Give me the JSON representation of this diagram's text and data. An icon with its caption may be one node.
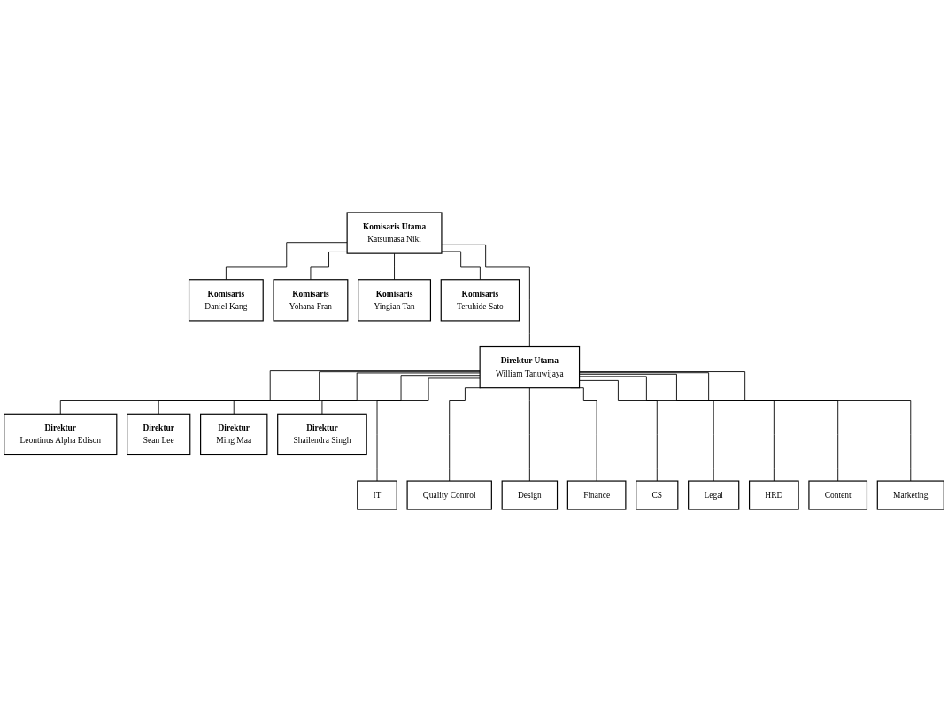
{
  "diagram": {
    "nodes": [
      {
        "text": [
          "Komisaris Utama",
          "Katsumasa Niki"
        ]
      },
      {
        "text": [
          "Komisaris",
          "Daniel Kang"
        ]
      },
      {
        "text": [
          "Komisaris",
          "Yohana Fran"
        ]
      },
      {
        "text": [
          "Komisaris",
          "Yingian Tan"
        ]
      },
      {
        "text": [
          "Komisaris",
          "Teruhide Sato"
        ]
      },
      {
        "text": [
          "Direktur Utama",
          "William Tanuwijaya"
        ]
      },
      {
        "text": [
          "Direktur",
          "Leontinus Alpha Edison"
        ]
      },
      {
        "text": [
          "Direktur",
          "Sean Lee"
        ]
      },
      {
        "text": [
          "Direktur",
          "Ming Maa"
        ]
      },
      {
        "text": [
          "Direktur",
          "Shailendra Singh"
        ]
      },
      {
        "text": [
          "IT"
        ]
      },
      {
        "text": [
          "Quality Control"
        ]
      },
      {
        "text": [
          "Design"
        ]
      },
      {
        "text": [
          "Finance"
        ]
      },
      {
        "text": [
          "CS"
        ]
      },
      {
        "text": [
          "Legal"
        ]
      },
      {
        "text": [
          "HRD"
        ]
      },
      {
        "text": [
          "Content"
        ]
      },
      {
        "text": [
          "Marketing"
        ]
      }
    ],
    "edges": [
      {
        "from": 0,
        "to": 1,
        "arrow": "none"
      },
      {
        "from": 0,
        "to": 2,
        "arrow": "none"
      },
      {
        "from": 0,
        "to": 3,
        "arrow": "none"
      },
      {
        "from": 0,
        "to": 4,
        "arrow": "none"
      },
      {
        "from": 0,
        "to": 5,
        "arrow": "none"
      },
      {
        "from": 5,
        "to": 6,
        "arrow": "none"
      },
      {
        "from": 5,
        "to": 7,
        "arrow": "none"
      },
      {
        "from": 5,
        "to": 8,
        "arrow": "none"
      },
      {
        "from": 5,
        "to": 9,
        "arrow": "none"
      },
      {
        "from": 5,
        "to": 10,
        "arrow": "none"
      },
      {
        "from": 5,
        "to": 11,
        "arrow": "none"
      },
      {
        "from": 5,
        "to": 12,
        "arrow": "none"
      },
      {
        "from": 5,
        "to": 13,
        "arrow": "none"
      },
      {
        "from": 5,
        "to": 14,
        "arrow": "none"
      },
      {
        "from": 5,
        "to": 15,
        "arrow": "none"
      },
      {
        "from": 5,
        "to": 16,
        "arrow": "none"
      },
      {
        "from": 5,
        "to": 17,
        "arrow": "none"
      },
      {
        "from": 5,
        "to": 18,
        "arrow": "none"
      }
    ]
  }
}
